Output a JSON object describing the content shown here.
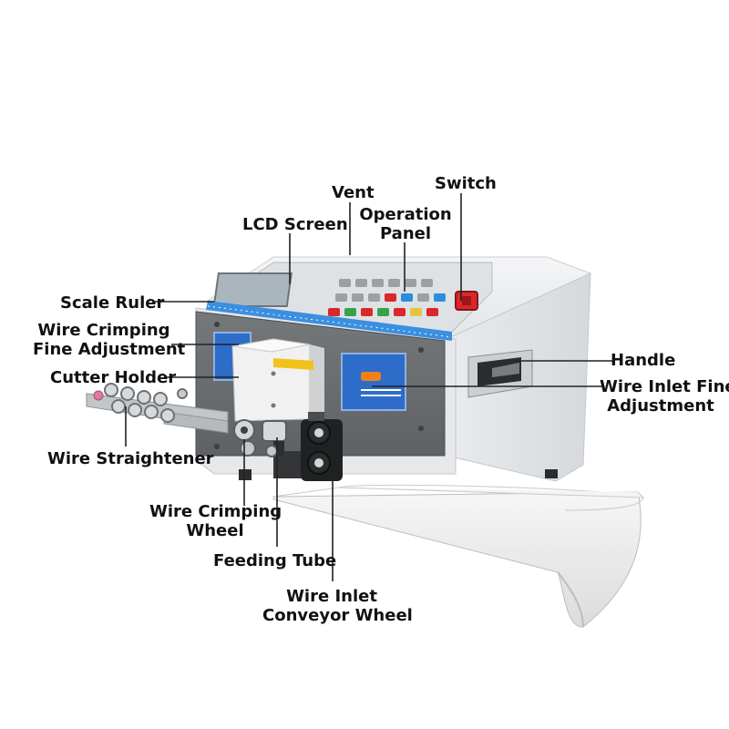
{
  "labels": {
    "switch": "Switch",
    "vent": "Vent",
    "lcd_screen": "LCD Screen",
    "operation_panel_1": "Operation",
    "operation_panel_2": "Panel",
    "scale_ruler": "Scale Ruler",
    "wire_crimping_fine_1": "Wire Crimping",
    "wire_crimping_fine_2": "Fine Adjustment",
    "cutter_holder": "Cutter Holder",
    "handle": "Handle",
    "wire_inlet_fine_1": "Wire Inlet Fine",
    "wire_inlet_fine_2": "Adjustment",
    "wire_straightener": "Wire Straightener",
    "wire_crimping_wheel_1": "Wire Crimping",
    "wire_crimping_wheel_2": "Wheel",
    "feeding_tube": "Feeding Tube",
    "wire_inlet_conveyor_1": "Wire Inlet",
    "wire_inlet_conveyor_2": "Conveyor Wheel"
  },
  "colors": {
    "body": "#eceef0",
    "front_panel": "#6e7073",
    "blue_plate": "#2d6cc9",
    "switch_red": "#d8282a",
    "screen": "#b7c2c8",
    "label_text": "#111111",
    "leader_line": "#222222"
  }
}
